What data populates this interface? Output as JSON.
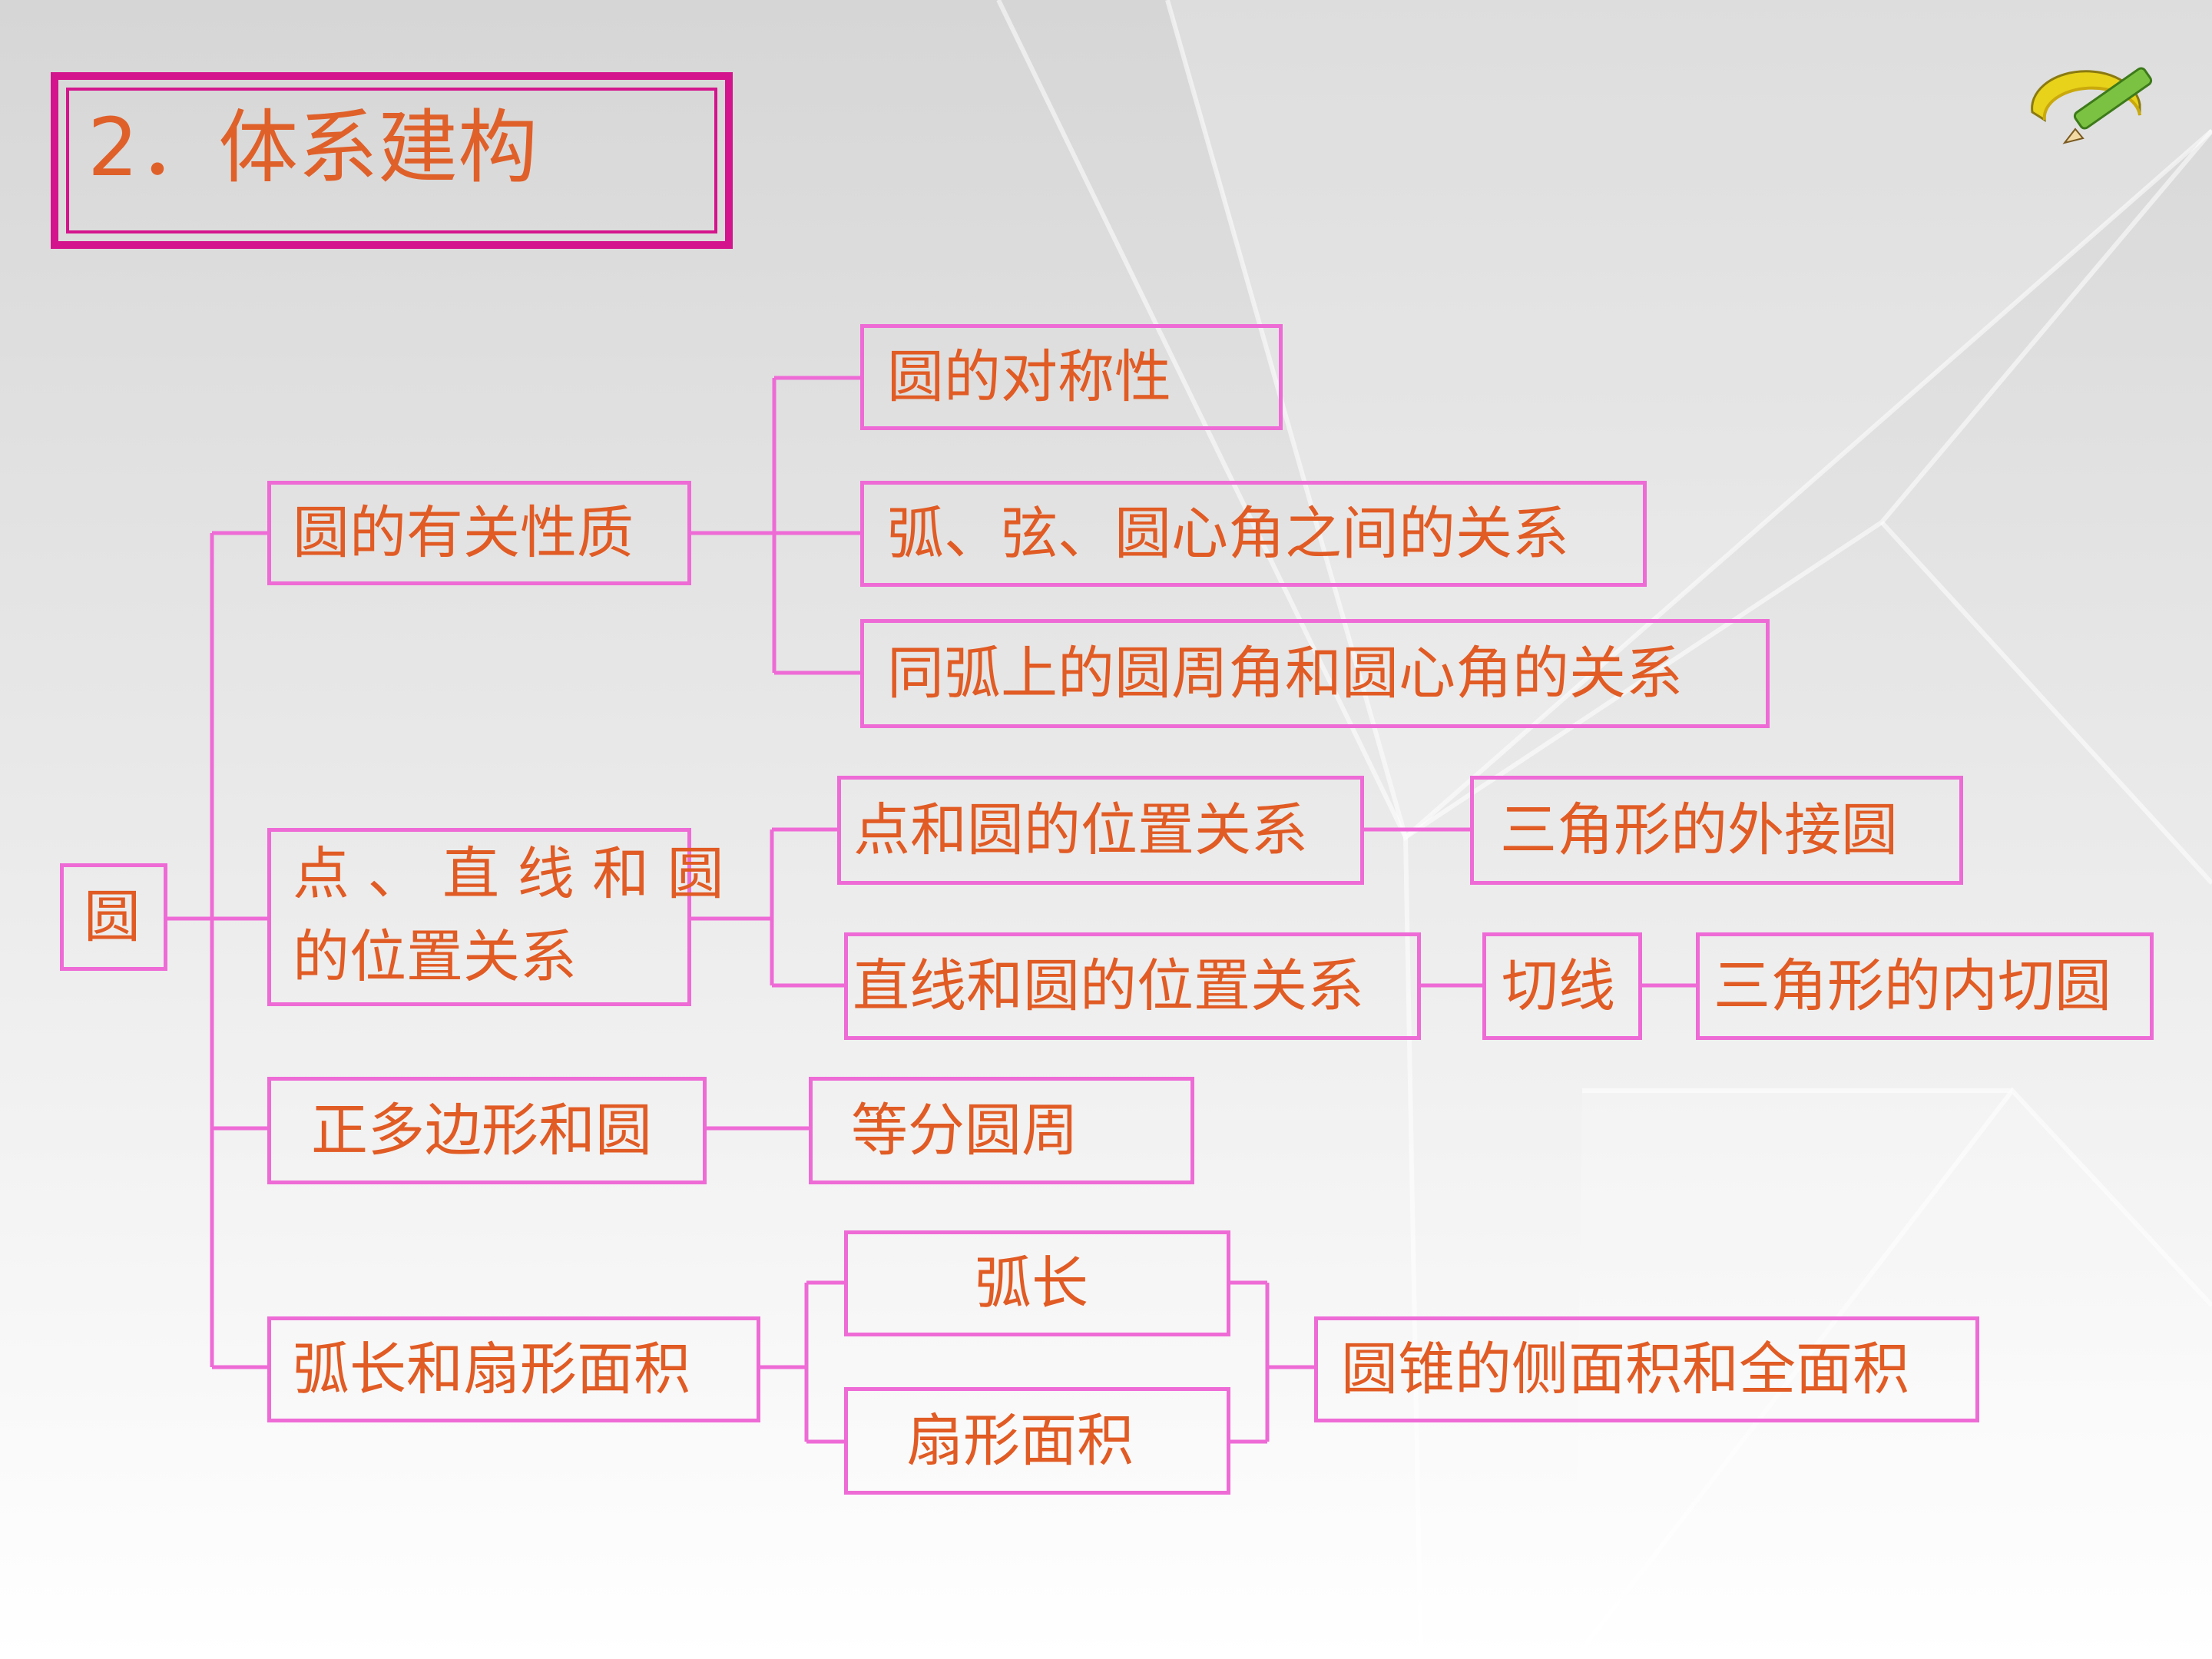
{
  "title": "2．体系建构",
  "icon": "protractor-pencil-icon",
  "colors": {
    "node_text": "#e15b24",
    "node_border": "#ee6bd6",
    "title_border": "#d4148c"
  },
  "nodes": {
    "root": "圆",
    "properties": "圆的有关性质",
    "symmetry": "圆的对称性",
    "arc_chord_relation": "弧、弦、圆心角之间的关系",
    "inscribed_angle_relation": "同弧上的圆周角和圆心角的关系",
    "position_line1": "点 、 直 线 和 圆",
    "position_line2": "的位置关系",
    "point_circle": "点和圆的位置关系",
    "circumcircle": "三角形的外接圆",
    "line_circle": "直线和圆的位置关系",
    "tangent": "切线",
    "incircle": "三角形的内切圆",
    "regular_polygon": "正多边形和圆",
    "divide_circumference": "等分圆周",
    "arc_sector": "弧长和扇形面积",
    "arc_length": "弧长",
    "sector_area": "扇形面积",
    "cone_area": "圆锥的侧面积和全面积"
  }
}
